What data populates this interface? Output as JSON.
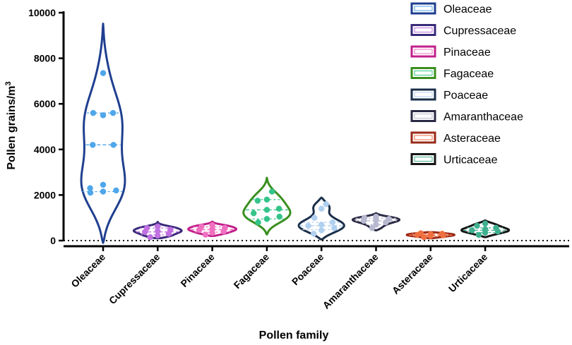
{
  "chart_data": {
    "type": "violin",
    "ylabel": "Pollen grains/m",
    "ylabel_superscript": "3",
    "xlabel": "Pollen family",
    "ylim": [
      0,
      10000
    ],
    "yticks": [
      "0",
      "2000",
      "4000",
      "6000",
      "8000",
      "10000"
    ],
    "reference_line": {
      "y": 0,
      "style": "dotted"
    },
    "legend_position": "top-right",
    "series": [
      {
        "name": "Oleaceae",
        "color": "#1f3f8f",
        "point_color": "#4fa6ea",
        "min": -100,
        "max": 9500,
        "median": 4200,
        "quartiles": [
          2150,
          5600
        ],
        "points": [
          2100,
          2150,
          2200,
          2300,
          2450,
          4200,
          4200,
          5500,
          5600,
          5600,
          7350
        ]
      },
      {
        "name": "Cupressaceae",
        "color": "#3a2a7a",
        "point_color": "#c070e0",
        "min": 100,
        "max": 820,
        "median": 380,
        "quartiles": [
          250,
          550
        ],
        "points": [
          150,
          220,
          300,
          380,
          420,
          480,
          550,
          620
        ]
      },
      {
        "name": "Pinaceae",
        "color": "#c0208a",
        "point_color": "#f070c0",
        "min": 200,
        "max": 830,
        "median": 480,
        "quartiles": [
          370,
          600
        ],
        "points": [
          260,
          340,
          400,
          470,
          500,
          560,
          620,
          680
        ]
      },
      {
        "name": "Fagaceae",
        "color": "#3a8f1f",
        "point_color": "#34c48a",
        "min": 270,
        "max": 2750,
        "median": 1350,
        "quartiles": [
          950,
          1800
        ],
        "points": [
          800,
          950,
          1050,
          1200,
          1350,
          1400,
          1750,
          1800,
          2150
        ]
      },
      {
        "name": "Poaceae",
        "color": "#1a2f4a",
        "point_color": "#b0d0f0",
        "min": 50,
        "max": 1880,
        "median": 650,
        "quartiles": [
          480,
          800
        ],
        "points": [
          300,
          450,
          550,
          650,
          700,
          800,
          1000,
          1400,
          1600
        ]
      },
      {
        "name": "Amaranthaceae",
        "color": "#2a2a45",
        "point_color": "#b8b8d0",
        "min": 450,
        "max": 1200,
        "median": 870,
        "quartiles": [
          700,
          980
        ],
        "points": [
          550,
          700,
          800,
          870,
          900,
          950,
          1000,
          1050
        ]
      },
      {
        "name": "Asteraceae",
        "color": "#9a2a1a",
        "point_color": "#f07040",
        "min": 100,
        "max": 370,
        "median": 240,
        "quartiles": [
          200,
          300
        ],
        "points": [
          150,
          200,
          230,
          250,
          280,
          300,
          320
        ]
      },
      {
        "name": "Urticaceae",
        "color": "#151515",
        "point_color": "#3fb08f",
        "min": 150,
        "max": 880,
        "median": 450,
        "quartiles": [
          350,
          560
        ],
        "points": [
          250,
          350,
          400,
          450,
          500,
          560,
          650,
          750
        ]
      }
    ]
  }
}
